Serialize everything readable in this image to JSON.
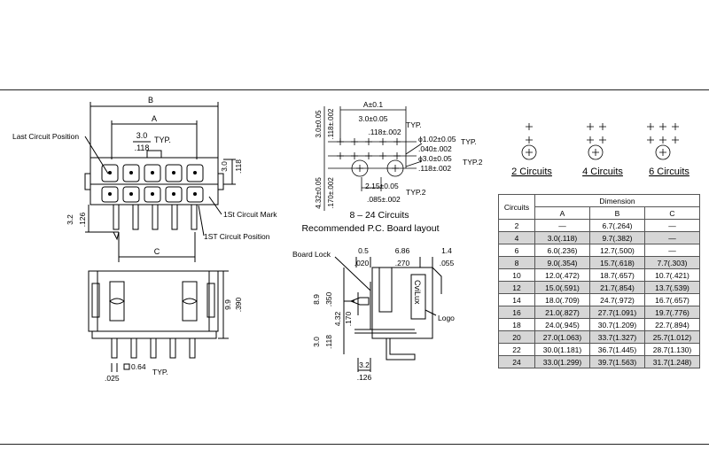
{
  "front_view": {
    "dim_b": "B",
    "dim_a": "A",
    "pitch_mm": "3.0",
    "pitch_in": ".118",
    "typ": "TYP.",
    "last_circuit": "Last Circuit Position",
    "height_mm": "3.0",
    "height_in": ".118",
    "first_mark": "1St Circuit Mark",
    "first_position": "1ST Circuit Position",
    "offset_mm": "3.2",
    "offset_in": ".126",
    "dim_c": "C"
  },
  "side_view": {
    "height_mm": "9.9",
    "height_in": ".390",
    "pin_mm": "0.64",
    "pin_in": ".025",
    "typ": "TYP."
  },
  "pcb_layout": {
    "a_tol": "A±0.1",
    "pitch1_mm": "3.0±0.05",
    "typ": "TYP.",
    "pitch1_in": ".118±.002",
    "left_mm": "3.0±0.05",
    "left_in": ".118±.002",
    "hole1_mm": "ϕ1.02±0.05",
    "hole1_in": ".040±.002",
    "hole2_mm": "ϕ3.0±0.05",
    "hole2_in": ".118±.002",
    "typ2": "TYP.2",
    "low_mm": "4.32±0.05",
    "low_in": ".170±.002",
    "pitch2_mm": "2.15±0.05",
    "pitch2_in": ".085±.002",
    "typ2b": "TYP.2",
    "title1": "8 – 24 Circuits",
    "title2": "Recommended P.C. Board layout"
  },
  "pattern_labels": [
    "2 Circuits",
    "4 Circuits",
    "6 Circuits"
  ],
  "side_detail": {
    "board_lock": "Board Lock",
    "d1_mm": "0.5",
    "d1_in": ".020",
    "d2_mm": "6.86",
    "d2_in": ".270",
    "d3_mm": "1.4",
    "d3_in": ".055",
    "h1_mm": "8.9",
    "h1_in": ".350",
    "h2_mm": "4.32",
    "h2_in": ".170",
    "h3_mm": "3.0",
    "h3_in": ".118",
    "w_mm": "3.2",
    "w_in": ".126",
    "logo_text": "CviLux",
    "logo": "Logo"
  },
  "table": {
    "circuits_header": "Circuits",
    "dimension_header": "Dimension",
    "col_a": "A",
    "col_b": "B",
    "col_c": "C",
    "rows": [
      {
        "n": "2",
        "a": "—",
        "b": "6.7(.264)",
        "c": "—",
        "shade": false
      },
      {
        "n": "4",
        "a": "3.0(.118)",
        "b": "9.7(.382)",
        "c": "—",
        "shade": true
      },
      {
        "n": "6",
        "a": "6.0(.236)",
        "b": "12.7(.500)",
        "c": "—",
        "shade": false
      },
      {
        "n": "8",
        "a": "9.0(.354)",
        "b": "15.7(.618)",
        "c": "7.7(.303)",
        "shade": true
      },
      {
        "n": "10",
        "a": "12.0(.472)",
        "b": "18.7(.657)",
        "c": "10.7(.421)",
        "shade": false
      },
      {
        "n": "12",
        "a": "15.0(.591)",
        "b": "21.7(.854)",
        "c": "13.7(.539)",
        "shade": true
      },
      {
        "n": "14",
        "a": "18.0(.709)",
        "b": "24.7(.972)",
        "c": "16.7(.657)",
        "shade": false
      },
      {
        "n": "16",
        "a": "21.0(.827)",
        "b": "27.7(1.091)",
        "c": "19.7(.776)",
        "shade": true
      },
      {
        "n": "18",
        "a": "24.0(.945)",
        "b": "30.7(1.209)",
        "c": "22.7(.894)",
        "shade": false
      },
      {
        "n": "20",
        "a": "27.0(1.063)",
        "b": "33.7(1.327)",
        "c": "25.7(1.012)",
        "shade": true
      },
      {
        "n": "22",
        "a": "30.0(1.181)",
        "b": "36.7(1.445)",
        "c": "28.7(1.130)",
        "shade": false
      },
      {
        "n": "24",
        "a": "33.0(1.299)",
        "b": "39.7(1.563)",
        "c": "31.7(1.248)",
        "shade": true
      }
    ]
  }
}
